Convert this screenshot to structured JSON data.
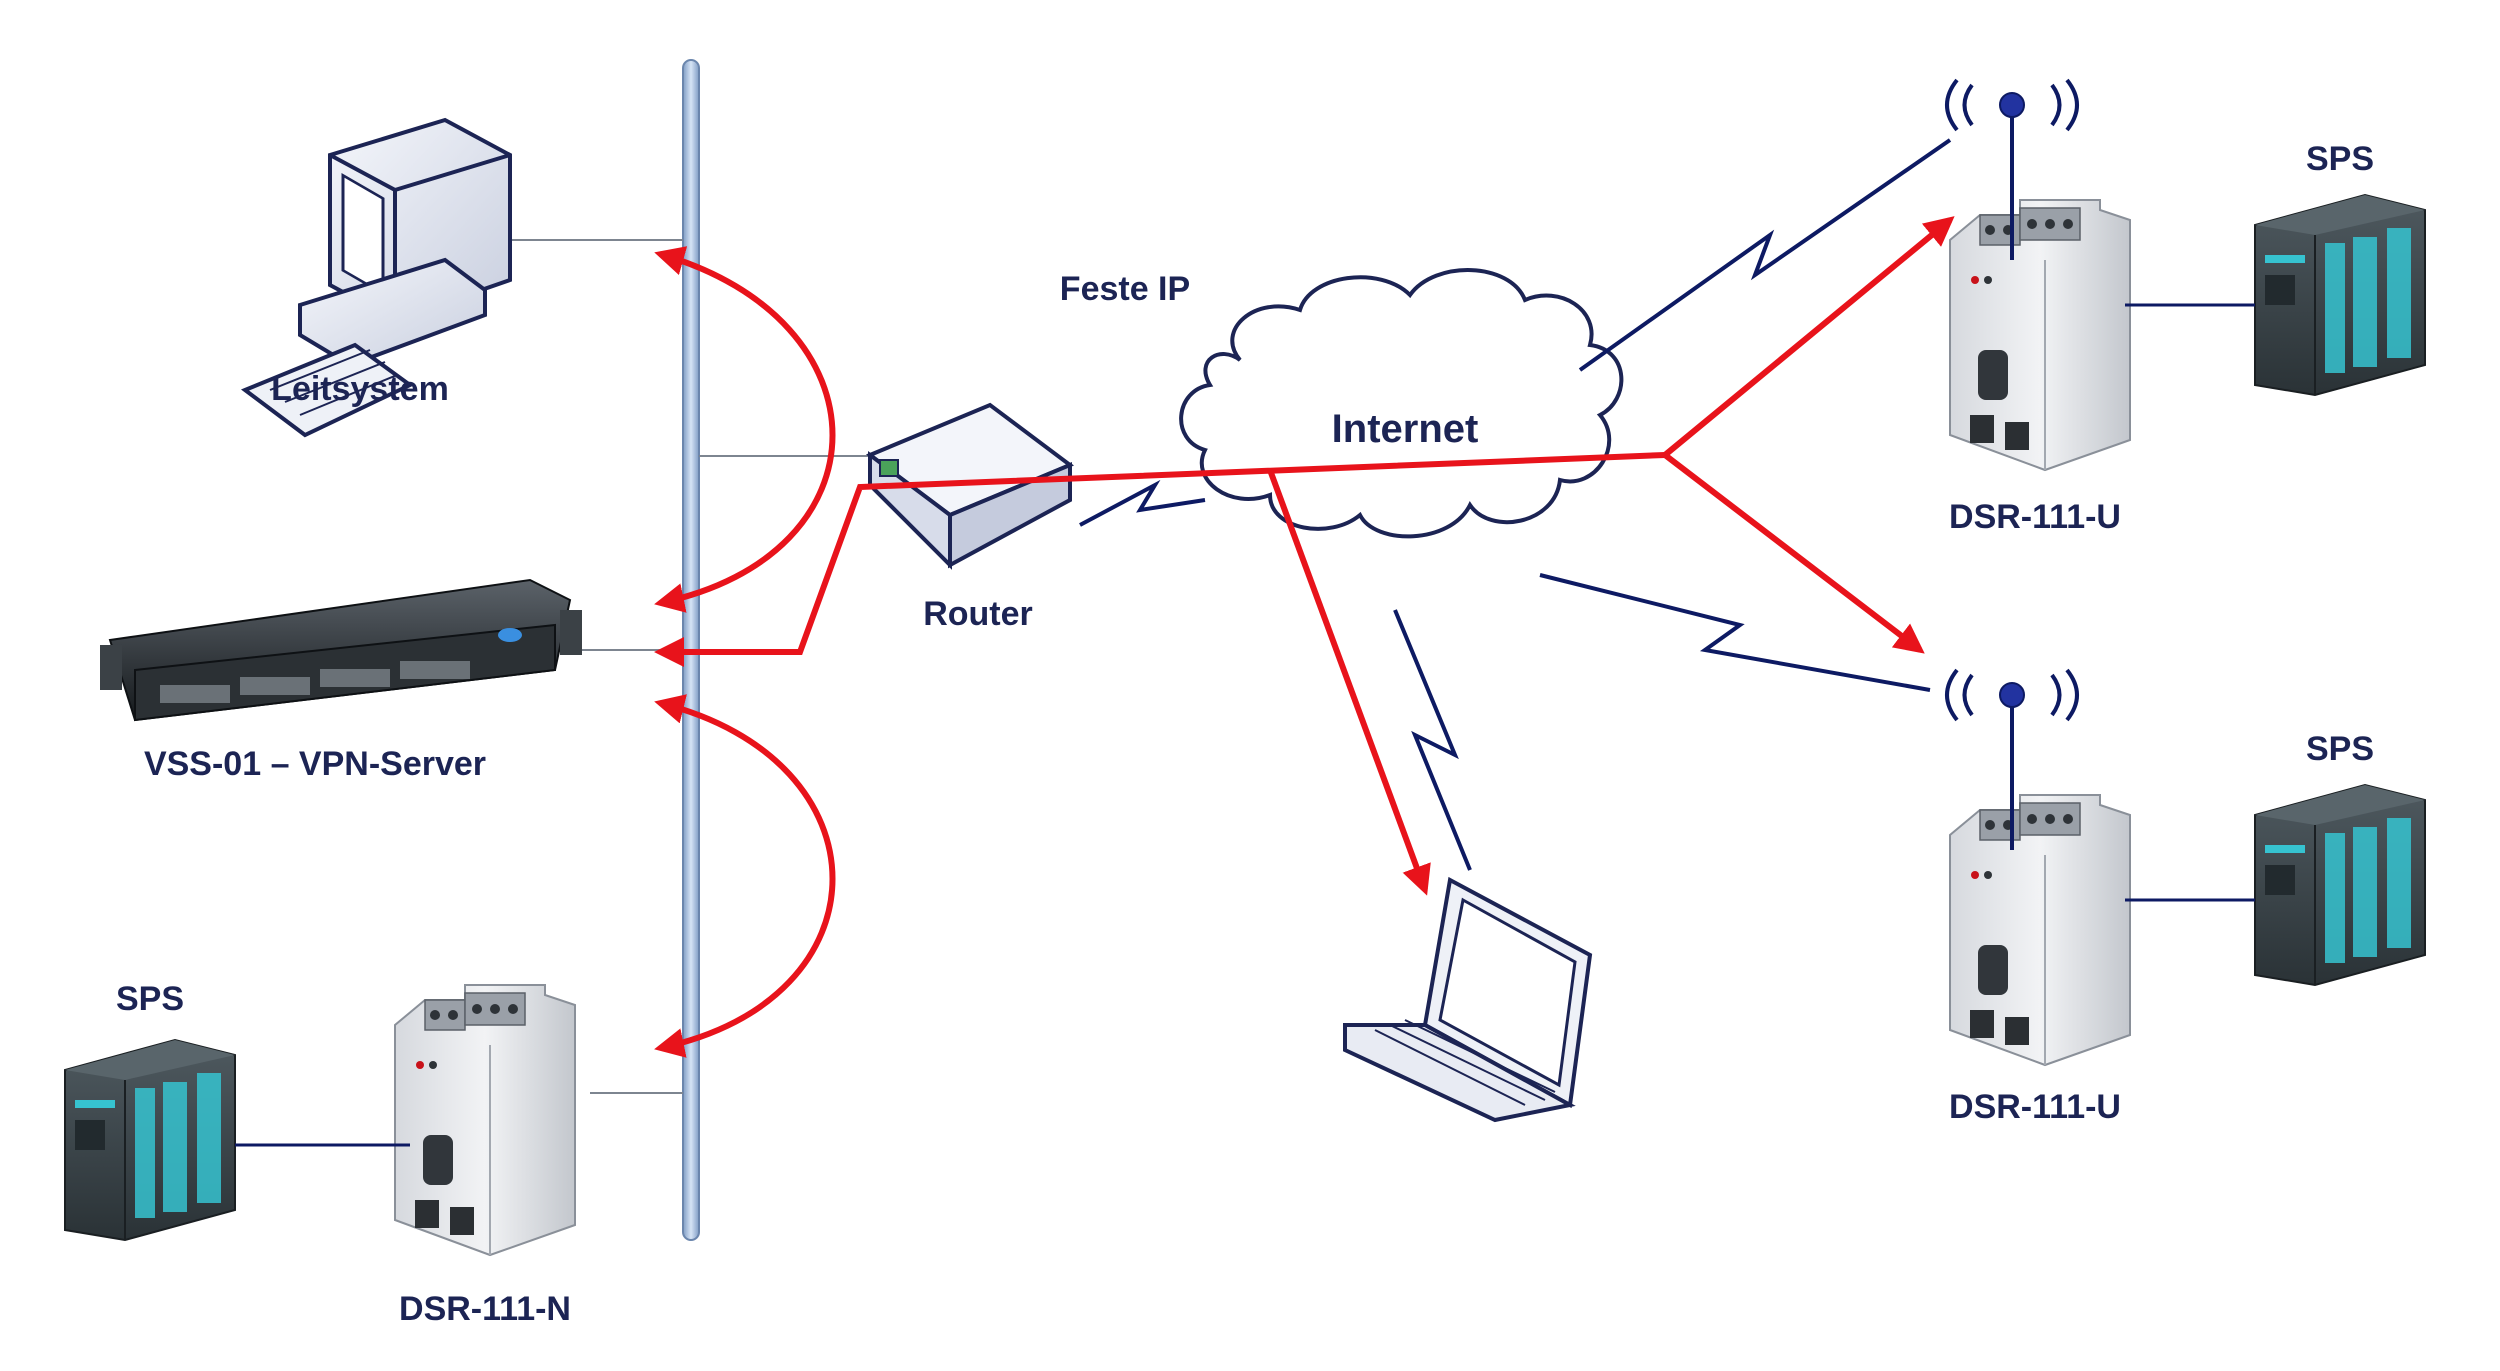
{
  "labels": {
    "leitsystem": "Leitsystem",
    "vpn_server": "VSS-01 – VPN-Server",
    "dsr_n": "DSR-111-N",
    "sps_left": "SPS",
    "router": "Router",
    "feste_ip": "Feste IP",
    "internet": "Internet",
    "dsr_u_top": "DSR-111-U",
    "dsr_u_bottom": "DSR-111-U",
    "sps_top": "SPS",
    "sps_bottom": "SPS"
  },
  "colors": {
    "vpn_tunnel": "#e8131b",
    "wireless_link": "#0d1a63",
    "lan_bus": "#a9c3e3",
    "label_text": "#1c2454"
  },
  "icons": [
    "desktop-computer-icon",
    "rack-server-icon",
    "router-icon",
    "cloud-icon",
    "laptop-icon",
    "antenna-icon",
    "plc-icon",
    "dsr-module-icon"
  ]
}
